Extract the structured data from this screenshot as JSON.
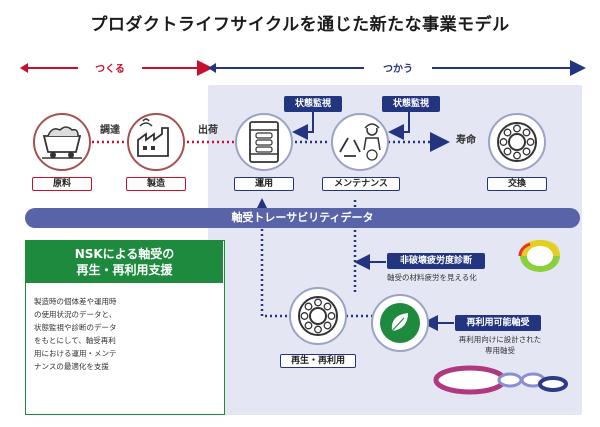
{
  "title": "プロダクトライフサイクルを通じた新たな事業モデル",
  "phases": {
    "make": "つくる",
    "use": "つかう"
  },
  "nodes": {
    "raw_material": "原料",
    "manufacturing": "製造",
    "operation": "運用",
    "maintenance": "メンテナンス",
    "replacement": "交換",
    "regeneration": "再生・再利用"
  },
  "flow_labels": {
    "procurement": "調達",
    "shipment": "出荷",
    "lifespan": "寿命"
  },
  "monitoring": {
    "left": "状態監視",
    "right": "状態監視"
  },
  "data_bar": "軸受トレーサビリティデータ",
  "nsk_support": {
    "title_line1": "NSKによる軸受の",
    "title_line2": "再生・再利用支援",
    "body_lines": [
      "製造時の個体差や運用時",
      "の使用状況のデータと、",
      "状態監視や診断のデータ",
      "をもとにして、軸受再利",
      "用における運用・メンテ",
      "ナンスの最適化を支援"
    ]
  },
  "features": {
    "ndt": {
      "label": "非破壊疲労度診断",
      "desc": "軸受の材料疲労を見える化"
    },
    "reusable": {
      "label": "再利用可能軸受",
      "desc_line1": "再利用向けに設計された",
      "desc_line2": "専用軸受"
    }
  },
  "colors": {
    "red": "#c8102e",
    "navy": "#23357f",
    "green": "#1e8a3e",
    "data_bar": "#5964a8",
    "panel": "#e4e7f3"
  }
}
